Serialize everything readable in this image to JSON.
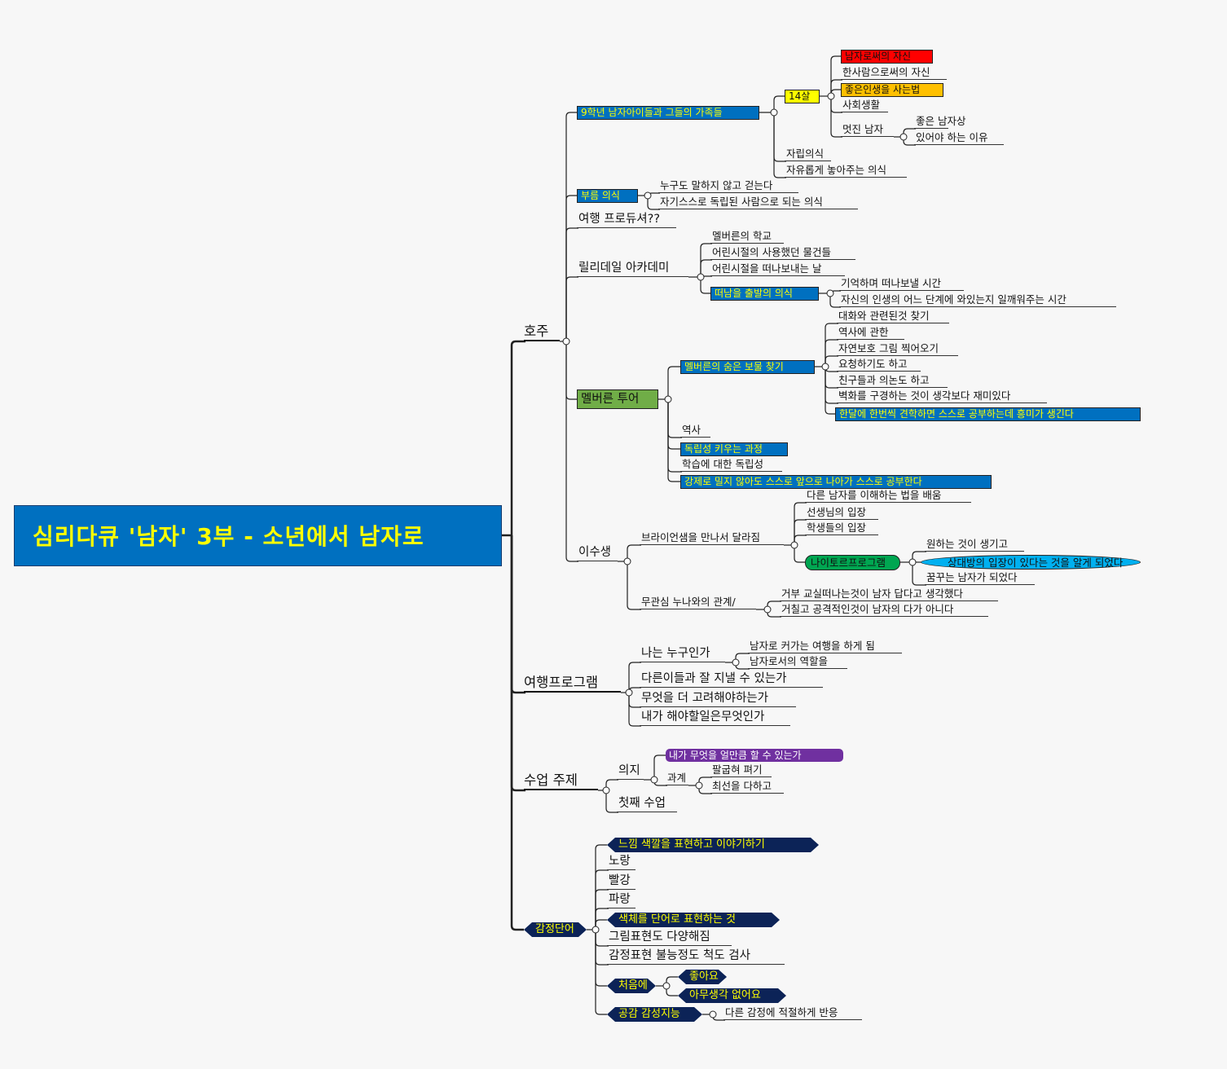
{
  "colors": {
    "blue": "#0070c0",
    "text_on_blue": "#ffff00",
    "red": "#ff0000",
    "orange": "#ffc000",
    "yellow": "#ffff00",
    "green": "#70ad47",
    "green_pill": "#00a651",
    "cyan": "#00b0f0",
    "purple": "#7030a0",
    "navy": "#0c2357"
  },
  "map": {
    "id": "root",
    "label": "심리다큐 '남자' 3부 - 소년에서 남자로",
    "color": "blue",
    "children": [
      {
        "id": "hoju",
        "label": "호주",
        "children": [
          {
            "id": "g9",
            "label": "9학년 남자아이들과 그들의 가족들",
            "color": "blue",
            "children": [
              {
                "id": "age14",
                "label": "14살",
                "color": "yellow",
                "children": [
                  {
                    "id": "self1",
                    "label": "남자로써의 자신",
                    "color": "red"
                  },
                  {
                    "id": "self2",
                    "label": "한사람으로써의 자신"
                  },
                  {
                    "id": "good",
                    "label": "좋은인생을 사는법",
                    "color": "orange"
                  },
                  {
                    "id": "social",
                    "label": "사회생활"
                  },
                  {
                    "id": "cool",
                    "label": "멋진 남자",
                    "children": [
                      {
                        "id": "cool1",
                        "label": "좋은 남자상"
                      },
                      {
                        "id": "cool2",
                        "label": "있어야 하는 이유"
                      }
                    ]
                  }
                ]
              },
              {
                "id": "jarip",
                "label": "자립의식"
              },
              {
                "id": "free",
                "label": "자유롭게 놓아주는 의식"
              }
            ]
          },
          {
            "id": "burum",
            "label": "부름 의식",
            "color": "blue",
            "children": [
              {
                "id": "b1",
                "label": "누구도 말하지 않고 걷는다"
              },
              {
                "id": "b2",
                "label": "자기스스로 독립된 사람으로 되는 의식"
              }
            ]
          },
          {
            "id": "producer",
            "label": "여행 프로듀셔??"
          },
          {
            "id": "lilly",
            "label": "릴리데일 아카데미",
            "children": [
              {
                "id": "l1",
                "label": "멜버른의 학교"
              },
              {
                "id": "l2",
                "label": "어린시절의 사용했던 물건들"
              },
              {
                "id": "l3",
                "label": "어린시절을 떠나보내는 날"
              },
              {
                "id": "l4",
                "label": "떠남을 출발의 의식",
                "color": "blue",
                "children": [
                  {
                    "id": "l4a",
                    "label": "기억하며 떠나보낼 시간"
                  },
                  {
                    "id": "l4b",
                    "label": "자신의 인생의 어느 단계에 와있는지 일깨워주는 시간"
                  }
                ]
              }
            ]
          },
          {
            "id": "melb",
            "label": "멜버른 투어",
            "color": "green",
            "children": [
              {
                "id": "m1",
                "label": "멜버른의 숨은 보물 찾기",
                "color": "blue",
                "children": [
                  {
                    "id": "t1",
                    "label": "대화와 관련된것 찾기"
                  },
                  {
                    "id": "t2",
                    "label": "역사에 관한"
                  },
                  {
                    "id": "t3",
                    "label": "자연보호 그림 찍어오기"
                  },
                  {
                    "id": "t4",
                    "label": "요청하기도 하고"
                  },
                  {
                    "id": "t5",
                    "label": "친구들과 의논도 하고"
                  },
                  {
                    "id": "t6",
                    "label": "벽화를 구경하는 것이 생각보다 재미있다"
                  },
                  {
                    "id": "t7",
                    "label": "한달에 한번씩 견학하면 스스로 공부하는데 흥미가 생긴다",
                    "color": "blue"
                  }
                ]
              },
              {
                "id": "m2",
                "label": "역사"
              },
              {
                "id": "m3",
                "label": "독립성 키우는 과정",
                "color": "blue"
              },
              {
                "id": "m4",
                "label": "학습에 대한 독립성"
              },
              {
                "id": "m5",
                "label": "강제로 밀지 않아도 스스로 앞으로 나아가 스스로 공부한다",
                "color": "blue"
              }
            ]
          },
          {
            "id": "isu",
            "label": "이수생",
            "children": [
              {
                "id": "i1",
                "label": "브라이언샘을 만나서 달라짐",
                "children": [
                  {
                    "id": "i1a",
                    "label": "다른 남자를 이해하는 법을 배움"
                  },
                  {
                    "id": "i1b",
                    "label": "선생님의 입장"
                  },
                  {
                    "id": "i1c",
                    "label": "학생들의 입장"
                  },
                  {
                    "id": "i1d",
                    "label": "나이토르프로그램",
                    "color": "green_pill",
                    "children": [
                      {
                        "id": "n1",
                        "label": "원하는 것이 생기고"
                      },
                      {
                        "id": "n2",
                        "label": "상대방의 입장이 있다는 것을 알게 되었다",
                        "color": "cyan"
                      },
                      {
                        "id": "n3",
                        "label": "꿈꾸는 남자가 되었다"
                      }
                    ]
                  }
                ]
              },
              {
                "id": "i2",
                "label": "무관심 누나와의 관계/",
                "children": [
                  {
                    "id": "i2a",
                    "label": "거부 교실떠나는것이 남자 답다고 생각했다"
                  },
                  {
                    "id": "i2b",
                    "label": "거칠고 공격적인것이 남자의 다가 아니다"
                  }
                ]
              }
            ]
          }
        ]
      },
      {
        "id": "travel",
        "label": "여행프로그램",
        "children": [
          {
            "id": "tr1",
            "label": "나는 누구인가",
            "children": [
              {
                "id": "tr1a",
                "label": "남자로 커가는 여행을 하게 됨"
              },
              {
                "id": "tr1b",
                "label": "남자로서의 역할을"
              }
            ]
          },
          {
            "id": "tr2",
            "label": "다른이들과 잘 지낼 수 있는가"
          },
          {
            "id": "tr3",
            "label": "무엇을 더 고려해야하는가"
          },
          {
            "id": "tr4",
            "label": "내가 해야할일은무엇인가"
          }
        ]
      },
      {
        "id": "class",
        "label": "수업 주제",
        "children": [
          {
            "id": "c1",
            "label": "의지",
            "children": [
              {
                "id": "c1a",
                "label": "내가 무엇을 얼만큼 할 수 있는가",
                "color": "purple"
              },
              {
                "id": "c1b",
                "label": "과계",
                "children": [
                  {
                    "id": "c1b1",
                    "label": "팔굽혀 펴기"
                  },
                  {
                    "id": "c1b2",
                    "label": "최선을 다하고"
                  }
                ]
              }
            ]
          },
          {
            "id": "c2",
            "label": "첫째 수업"
          }
        ]
      },
      {
        "id": "emo",
        "label": "감정단어",
        "color": "navy",
        "children": [
          {
            "id": "e1",
            "label": "느낌 색깔을 표현하고 이야기하기",
            "color": "navy"
          },
          {
            "id": "e2",
            "label": "노랑"
          },
          {
            "id": "e3",
            "label": "빨강"
          },
          {
            "id": "e4",
            "label": "파랑"
          },
          {
            "id": "e5",
            "label": "색체를 단어로 표현하는 것",
            "color": "navy"
          },
          {
            "id": "e6",
            "label": "그림표현도 다양해짐"
          },
          {
            "id": "e7",
            "label": "감정표현 불능정도 척도 검사"
          },
          {
            "id": "e8",
            "label": "처음에",
            "color": "navy",
            "children": [
              {
                "id": "e8a",
                "label": "좋아요",
                "color": "navy"
              },
              {
                "id": "e8b",
                "label": "아무생각 없어요",
                "color": "navy"
              }
            ]
          },
          {
            "id": "e9",
            "label": "공감 감성지능",
            "color": "navy",
            "children": [
              {
                "id": "e9a",
                "label": "다른 감정에 적절하게 반응"
              }
            ]
          }
        ]
      }
    ]
  }
}
